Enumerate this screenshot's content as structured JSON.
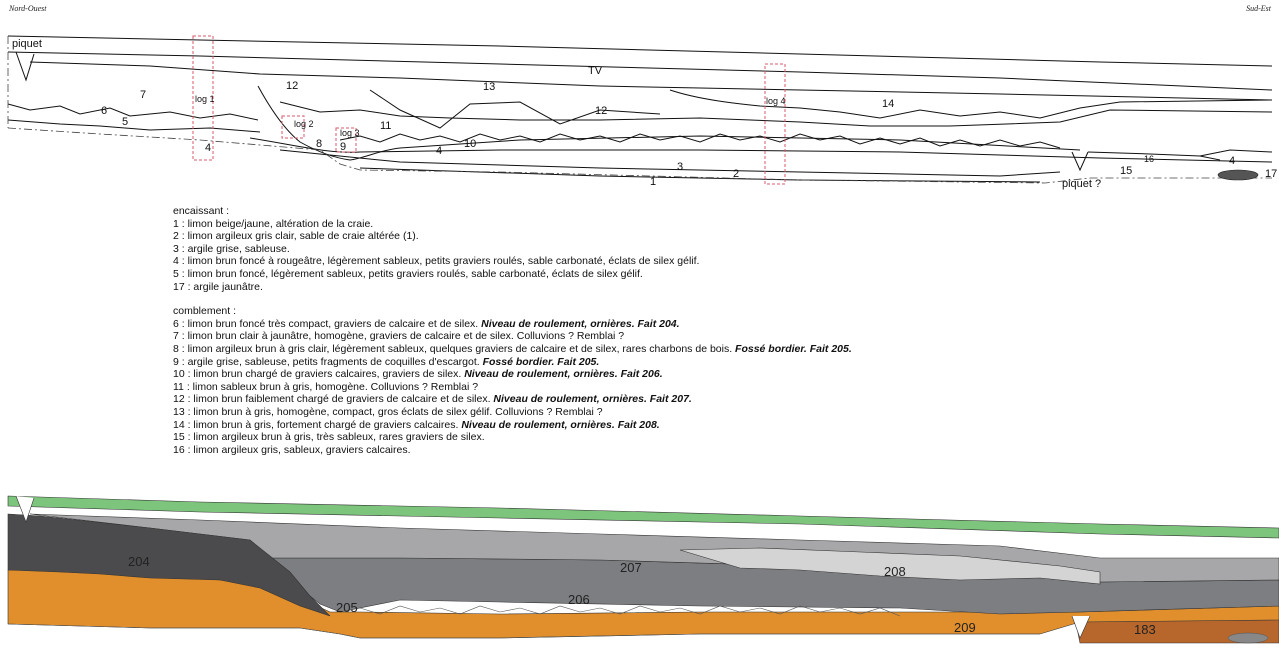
{
  "header": {
    "left": "Nord-Ouest",
    "right": "Sud-Est"
  },
  "profile_labels": {
    "piquet": "piquet",
    "piquet_q": "piquet ?",
    "tv": "TV",
    "log1": "log 1",
    "log2": "log 2",
    "log3": "log 3",
    "log4": "log 4",
    "l7": "7",
    "l6": "6",
    "l5": "5",
    "l4a": "4",
    "l12a": "12",
    "l13": "13",
    "l11": "11",
    "l8": "8",
    "l9": "9",
    "l4b": "4",
    "l10": "10",
    "l12b": "12",
    "l14": "14",
    "l3": "3",
    "l2": "2",
    "l1": "1",
    "l15": "15",
    "l16": "16",
    "l4c": "4",
    "l17": "17"
  },
  "legend": {
    "encaissant_title": "encaissant :",
    "encaissant": [
      {
        "text": "1 : limon beige/jaune, altération de la craie.",
        "note": ""
      },
      {
        "text": "2 : limon argileux gris clair, sable de craie altérée (1).",
        "note": ""
      },
      {
        "text": "3 : argile grise, sableuse.",
        "note": ""
      },
      {
        "text": "4 : limon brun  foncé à rougeâtre, légèrement sableux, petits graviers roulés, sable carbonaté, éclats de silex gélif.",
        "note": ""
      },
      {
        "text": "5 : limon brun  foncé, légèrement sableux, petits graviers roulés, sable carbonaté, éclats de silex gélif.",
        "note": ""
      },
      {
        "text": "17 : argile jaunâtre.",
        "note": ""
      }
    ],
    "comblement_title": "comblement :",
    "comblement": [
      {
        "text": "6 : limon brun foncé très compact, graviers de calcaire et de silex. ",
        "note": "Niveau de roulement, ornières. Fait 204."
      },
      {
        "text": "7 : limon brun clair à jaunâtre, homogène, graviers de calcaire et de silex. Colluvions ? Remblai ?",
        "note": ""
      },
      {
        "text": "8 : limon argileux brun à gris clair, légèrement sableux, quelques graviers de calcaire et de silex, rares charbons de bois. ",
        "note": "Fossé bordier. Fait 205."
      },
      {
        "text": "9 : argile grise, sableuse, petits fragments de coquilles d'escargot. ",
        "note": "Fossé bordier. Fait 205."
      },
      {
        "text": "10 : limon brun chargé de graviers calcaires, graviers de silex. ",
        "note": "Niveau de roulement, ornières. Fait 206."
      },
      {
        "text": "11 : limon sableux brun à gris, homogène.  Colluvions ? Remblai ?",
        "note": ""
      },
      {
        "text": "12 : limon brun faiblement chargé de graviers de calcaire et de silex. ",
        "note": "Niveau de roulement, ornières. Fait 207."
      },
      {
        "text": "13 : limon brun à gris, homogène, compact, gros éclats de silex gélif.  Colluvions ? Remblai ?",
        "note": ""
      },
      {
        "text": "14 : limon brun à gris, fortement chargé de graviers calcaires. ",
        "note": "Niveau de roulement, ornières. Fait 208."
      },
      {
        "text": "15 : limon argileux brun à gris, très sableux, rares graviers de silex.",
        "note": ""
      },
      {
        "text": "16 : limon argileux gris, sableux, graviers calcaires.",
        "note": ""
      }
    ]
  },
  "facts": {
    "f204": "204",
    "f205": "205",
    "f206": "206",
    "f207": "207",
    "f208": "208",
    "f209": "209",
    "f183": "183"
  },
  "colors": {
    "topsoil": "#7dc47c",
    "light_gray": "#d4d4d4",
    "mid_gray": "#a7a7a9",
    "dark_gray": "#7d7e82",
    "darkest": "#4b4b4d",
    "orange": "#e08f2c",
    "brown": "#b8672c"
  }
}
